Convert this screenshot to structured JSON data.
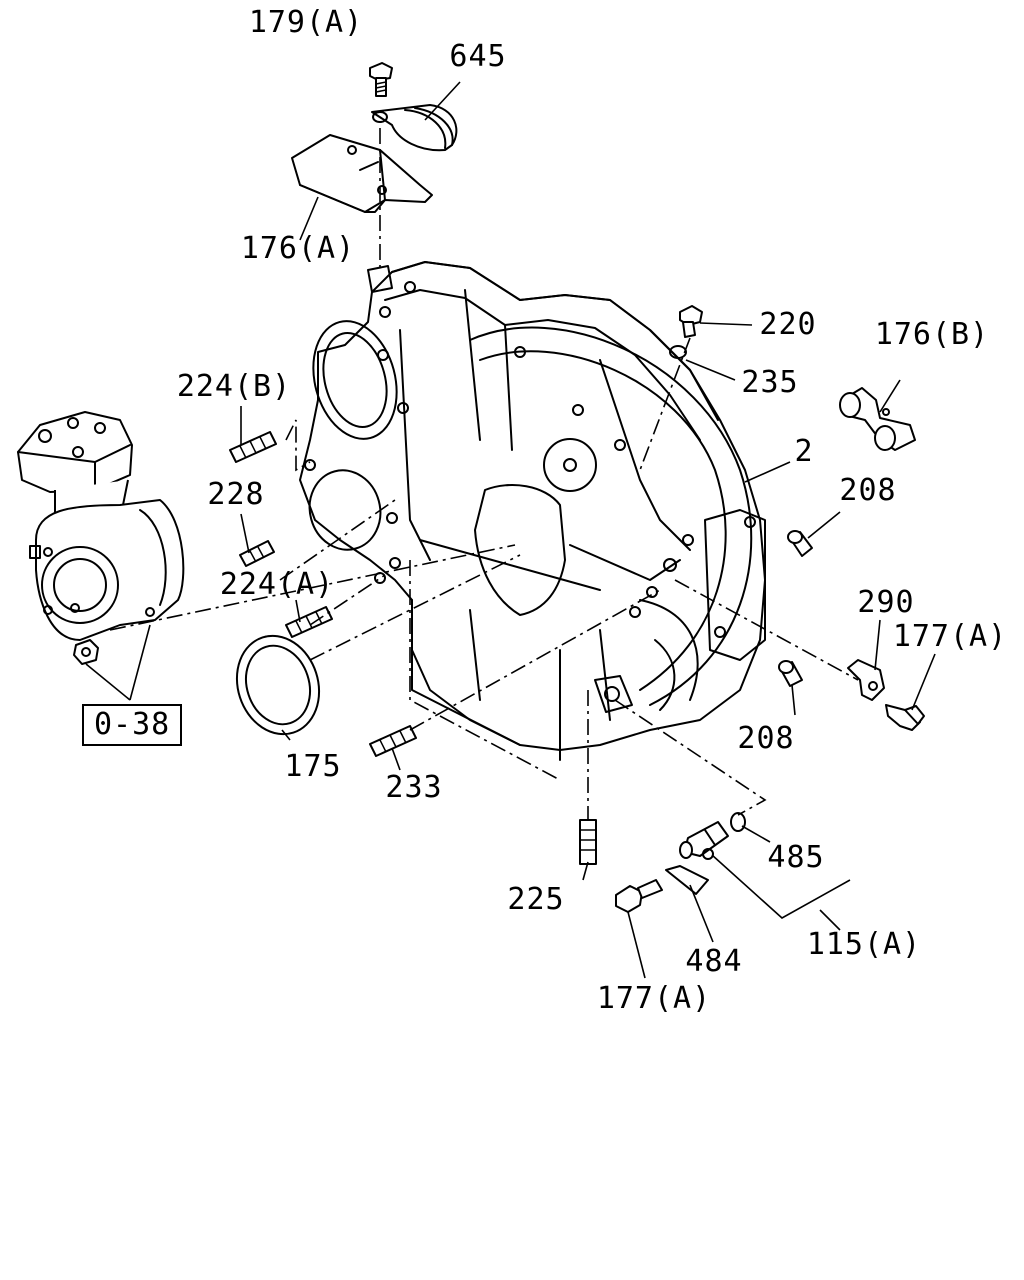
{
  "labels": {
    "l179a": "179(A)",
    "l645": "645",
    "l176a": "176(A)",
    "l220": "220",
    "l235": "235",
    "l176b": "176(B)",
    "l2": "2",
    "l224b": "224(B)",
    "l228": "228",
    "l224a": "224(A)",
    "l208a": "208",
    "l290": "290",
    "l177a_r": "177(A)",
    "l208b": "208",
    "l175": "175",
    "l233": "233",
    "l225": "225",
    "l485": "485",
    "l115a": "115(A)",
    "l484": "484",
    "l177a_b": "177(A)",
    "ref": "0-38"
  }
}
